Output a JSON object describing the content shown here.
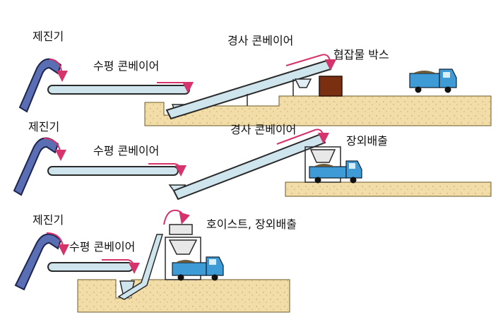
{
  "labels": {
    "scene1": {
      "tunneler": "제진기",
      "horizontal_conveyor": "수평 콘베이어",
      "inclined_conveyor": "경사 콘베이어",
      "debris_box": "협잡물 박스"
    },
    "scene2": {
      "tunneler": "제진기",
      "horizontal_conveyor": "수평 콘베이어",
      "inclined_conveyor": "경사 콘베이어",
      "offsite_discharge": "장외배출"
    },
    "scene3": {
      "tunneler": "제진기",
      "horizontal_conveyor": "수평 콘베이어",
      "hoist_discharge": "호이스트, 장외배출"
    }
  },
  "colors": {
    "machine": "#5a6fb3",
    "conveyor": "#cfe5ee",
    "conveyor_edge": "#2a2a2a",
    "flow_arrow": "#d6336c",
    "ground": "#f2dca7",
    "ground_edge": "#6b5a2a",
    "truck": "#3f9bd6",
    "box": "#7a2f10"
  }
}
